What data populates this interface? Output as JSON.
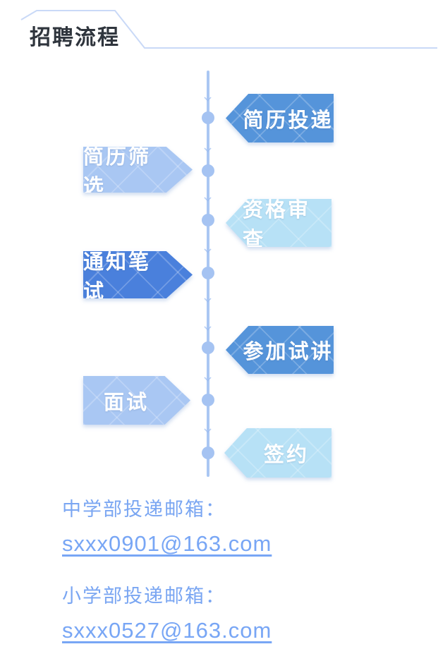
{
  "header": {
    "title": "招聘流程"
  },
  "flow": {
    "steps": [
      {
        "label": "简历投递",
        "side": "right",
        "points": "left",
        "color": "#5594da"
      },
      {
        "label": "简历筛选",
        "side": "left",
        "points": "right",
        "color": "#a9c7f3"
      },
      {
        "label": "资格审查",
        "side": "right",
        "points": "left",
        "color": "#b7e1f6"
      },
      {
        "label": "通知笔试",
        "side": "left",
        "points": "right",
        "color": "#4a80dc"
      },
      {
        "label": "参加试讲",
        "side": "right",
        "points": "left",
        "color": "#5594da"
      },
      {
        "label": "面试",
        "side": "left",
        "points": "right",
        "color": "#a9c7f3"
      },
      {
        "label": "签约",
        "side": "right",
        "points": "left",
        "color": "#b7e1f6"
      }
    ]
  },
  "contacts": [
    {
      "label": "中学部投递邮箱：",
      "email": "sxxx0901@163.com"
    },
    {
      "label": "小学部投递邮箱：",
      "email": "sxxx0527@163.com"
    }
  ],
  "colors": {
    "timeline_line": "#aac7f3",
    "timeline_dot": "#a5c3f2",
    "header_decoration": "#c9d9f7",
    "title_text": "#2f353d",
    "contact_text": "#7aa6f2",
    "email_link": "#78a6f5",
    "tag_text": "#ffffff"
  }
}
